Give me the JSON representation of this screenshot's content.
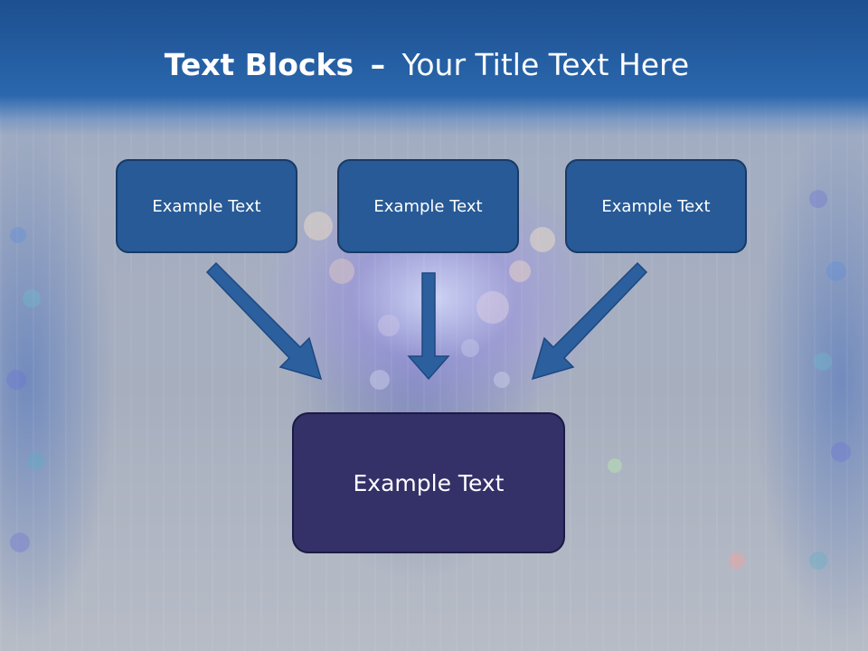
{
  "slide": {
    "title_bold": "Text Blocks",
    "title_dash": "–",
    "title_rest": "Your Title Text Here"
  },
  "boxes": {
    "top_left": "Example Text",
    "top_center": "Example Text",
    "top_right": "Example Text",
    "bottom": "Example Text"
  },
  "colors": {
    "header": "#2a67ad",
    "small_box": "#275a96",
    "big_box": "#343068",
    "arrow": "#2b5f9e"
  }
}
